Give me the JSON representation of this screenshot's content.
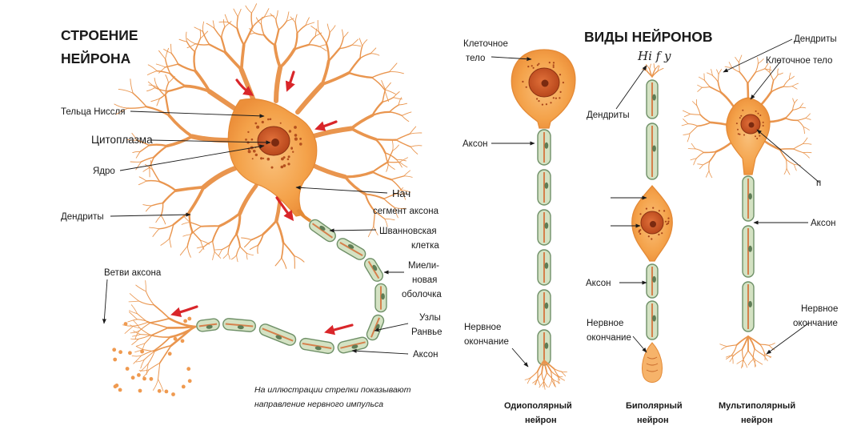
{
  "left_panel": {
    "title_line1": "СТРОЕНИЕ",
    "title_line2": "НЕЙРОНА",
    "labels": {
      "nissl": "Тельца  Ниссля",
      "cytoplasm": "Цитоплазма",
      "nucleus": "Ядро",
      "dendrites": "Дендриты",
      "initial_segment_1": "Нач",
      "initial_segment_2": "сегмент аксона",
      "schwann_1": "Шванновская",
      "schwann_2": "клетка",
      "myelin_1": "Миели-",
      "myelin_2": "новая",
      "myelin_3": "оболочка",
      "ranvier_1": "Узлы",
      "ranvier_2": "Ранвье",
      "axon": "Аксон",
      "axon_branches": "Ветви  аксона"
    },
    "note_line1": "На иллюстрации стрелки показывают",
    "note_line2": "направление    нервного    импульса"
  },
  "right_panel": {
    "title": "ВИДЫ  НЕЙРОНОВ",
    "handwriting": "Hi  f  y",
    "labels": {
      "cell_body_1": "Клеточное",
      "cell_body_2": "тело",
      "axon_uni": "Аксон",
      "nerve_ending_uni_1": "Нервное",
      "nerve_ending_uni_2": "окончание",
      "dendrites_bi": "Дендриты",
      "axon_bi": "Аксон",
      "nerve_ending_bi_1": "Нервное",
      "nerve_ending_bi_2": "окончание",
      "dendrites_multi": "Дендриты",
      "cell_body_multi": "Клеточное тело",
      "truncated_p": "п",
      "axon_multi": "Аксон",
      "nerve_ending_multi_1": "Нервное",
      "nerve_ending_multi_2": "окончание"
    },
    "captions": {
      "unipolar_1": "Одиополярный",
      "unipolar_2": "нейрон",
      "bipolar_1": "Биполярный",
      "bipolar_2": "нейрон",
      "multipolar_1": "Мультиполярный",
      "multipolar_2": "нейрон"
    }
  },
  "colors": {
    "cell_body": "#f4a24a",
    "nucleus": "#c8501e",
    "dendrite": "#e9954e",
    "myelin": "#d4e2c3",
    "arrow": "#d9262a",
    "text": "#1a1a1a"
  }
}
